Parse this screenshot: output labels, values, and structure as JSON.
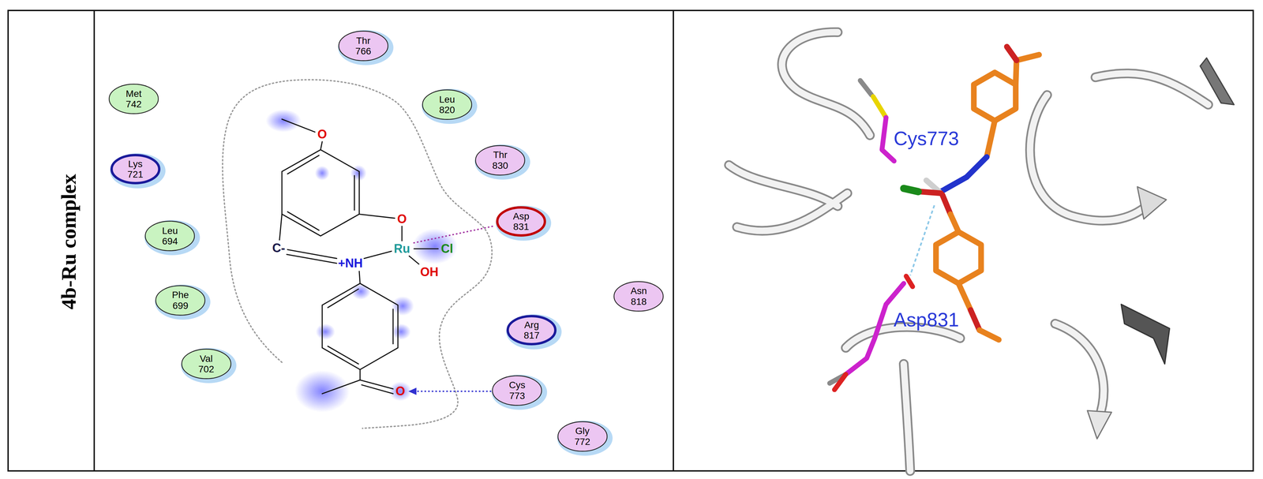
{
  "diagram": {
    "nodes": [
      {
        "text": [
          "Thr 766"
        ]
      },
      {
        "text": [
          "Met 742"
        ]
      },
      {
        "text": [
          "Leu 820"
        ]
      },
      {
        "text": [
          "Thr 830"
        ]
      },
      {
        "text": [
          "Lys 721"
        ]
      },
      {
        "text": [
          "Asp 831"
        ]
      },
      {
        "text": [
          "Leu 694"
        ]
      },
      {
        "text": [
          "Asn 818"
        ]
      },
      {
        "text": [
          "Phe 699"
        ]
      },
      {
        "text": [
          "Arg 817"
        ]
      },
      {
        "text": [
          "Val 702"
        ]
      },
      {
        "text": [
          "Cys 773"
        ]
      },
      {
        "text": [
          "Gly 772"
        ]
      }
    ],
    "labels": [
      "4b-Ru complex",
      "O",
      "O",
      "C-",
      "+NH",
      "Ru",
      "Cl",
      "OH",
      "O",
      "Cys773",
      "Asp831"
    ]
  }
}
